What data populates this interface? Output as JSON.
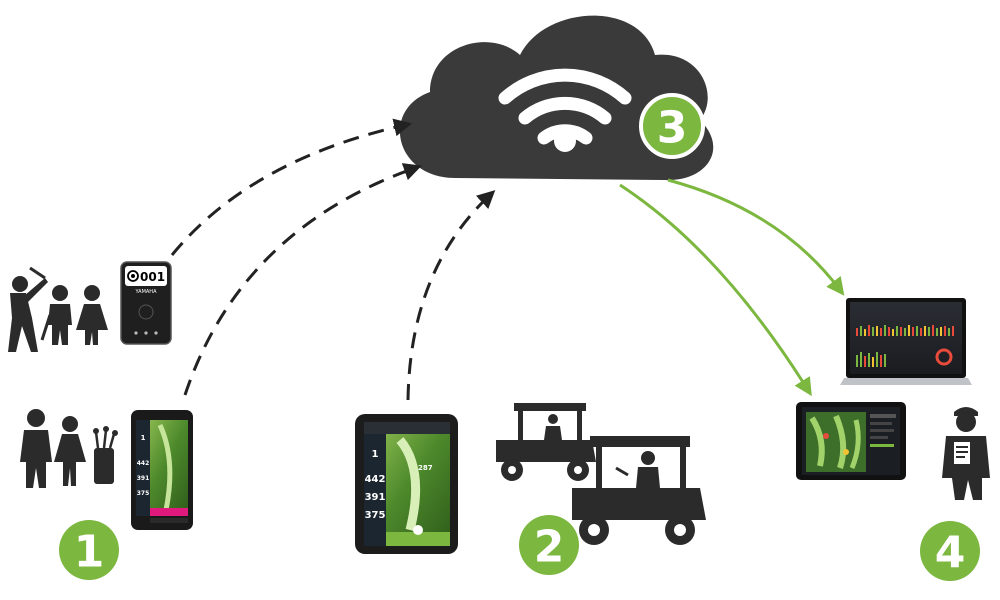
{
  "steps": {
    "players": {
      "number": "1"
    },
    "carts": {
      "number": "2"
    },
    "cloud": {
      "number": "3"
    },
    "manager": {
      "number": "4"
    }
  },
  "devices": {
    "tracker": {
      "id_label": "001",
      "brand_label": "YAMAHA"
    },
    "handheld": {
      "yardages": [
        "442",
        "391",
        "375"
      ],
      "hole": "1"
    },
    "cart_screen": {
      "yardages": [
        "442",
        "391",
        "375"
      ],
      "hole": "1",
      "distance": "287"
    }
  },
  "colors": {
    "accent_green": "#7cb740",
    "dark_icon": "#3a3a3a",
    "arrow_dark": "#222222",
    "arrow_green": "#7cb740"
  },
  "icons": {
    "cloud": "wifi-cloud-icon",
    "golfer": "golfer-icon",
    "cart": "golf-cart-icon",
    "manager": "manager-clipboard-icon"
  }
}
